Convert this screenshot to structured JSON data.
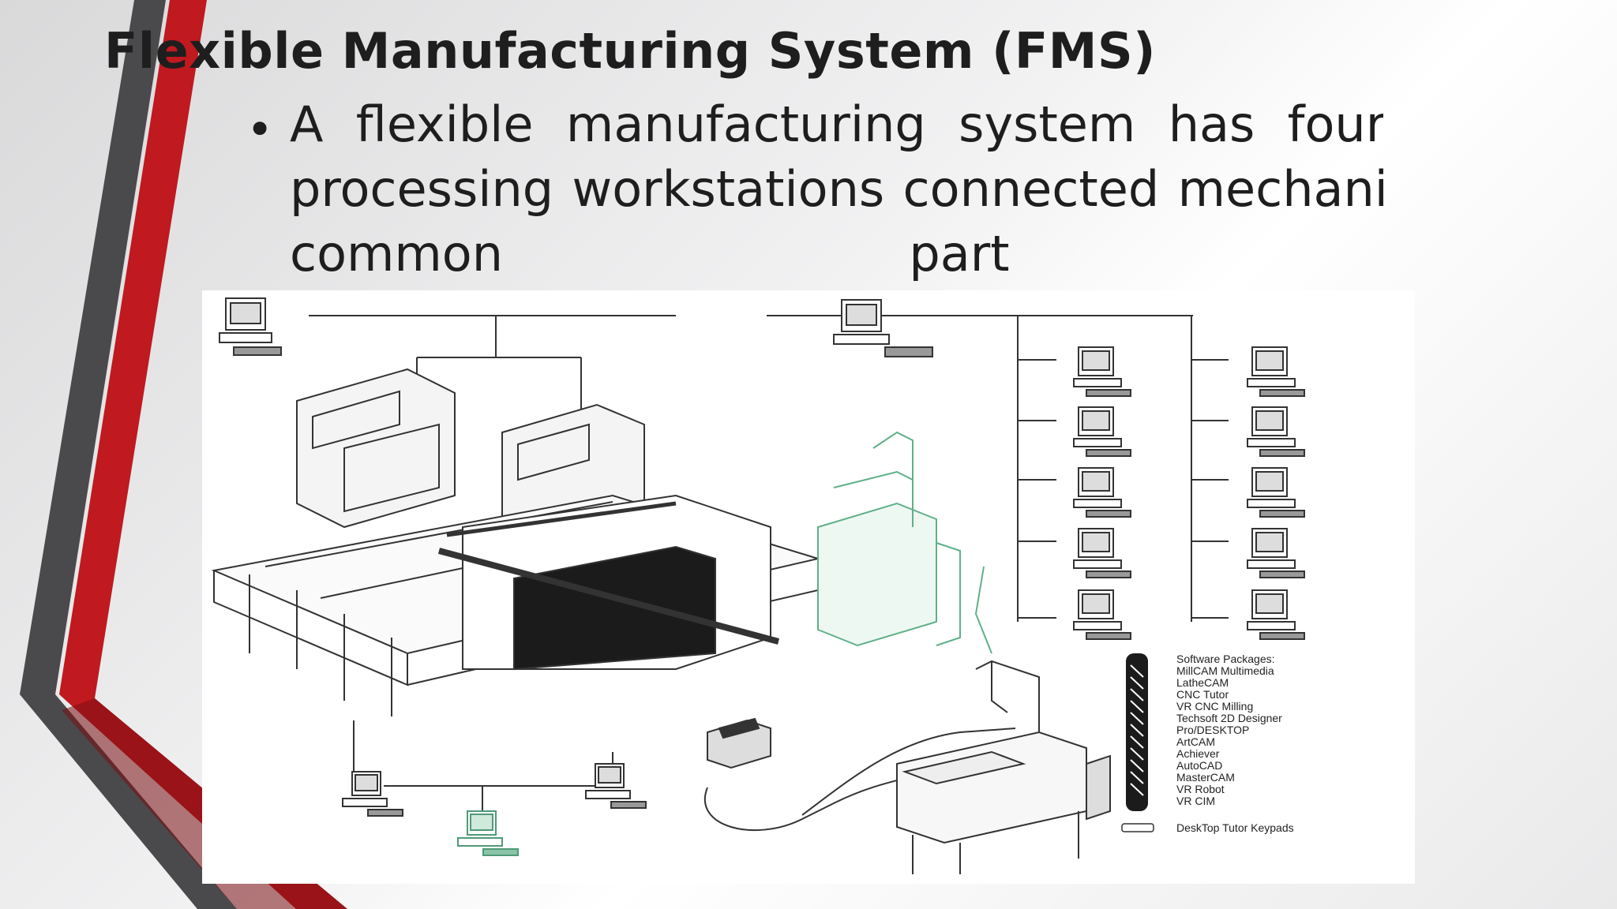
{
  "slide": {
    "title": "Flexible Manufacturing System (FMS)",
    "bullet": "A flexible manufacturing system has four or more processing workstations connected mechanically by a common part handling"
  },
  "figure": {
    "legend_title": "Software Packages:",
    "legend_items": [
      "MillCAM Multimedia",
      "LatheCAM",
      "CNC Tutor",
      "VR CNC Milling",
      "Techsoft 2D Designer",
      "Pro/DESKTOP",
      "ArtCAM",
      "Achiever",
      "AutoCAD",
      "MasterCAM",
      "VR Robot",
      "VR CIM"
    ],
    "keypads_label": "DeskTop Tutor Keypads"
  },
  "colors": {
    "accent_red": "#c0191f",
    "accent_gray": "#4a4a4c",
    "text": "#1e1e1e",
    "robot_green": "#5fb08a"
  }
}
